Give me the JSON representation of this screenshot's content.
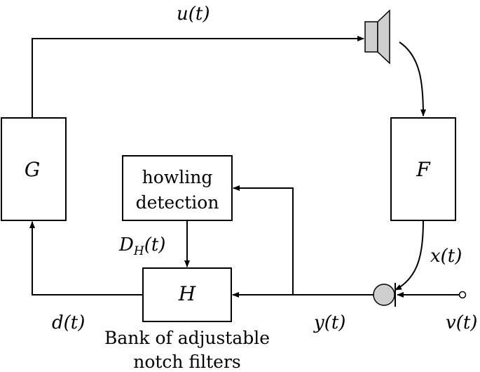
{
  "blocks": {
    "G": "G",
    "F": "F",
    "H": "H",
    "howling_line1": "howling",
    "howling_line2": "detection"
  },
  "signals": {
    "u": "u(t)",
    "x": "x(t)",
    "y": "y(t)",
    "v": "v(t)",
    "d": "d(t)",
    "DH_main": "D",
    "DH_sub": "H",
    "DH_rest": "(t)"
  },
  "caption": {
    "line1": "Bank of adjustable",
    "line2": "notch filters"
  }
}
